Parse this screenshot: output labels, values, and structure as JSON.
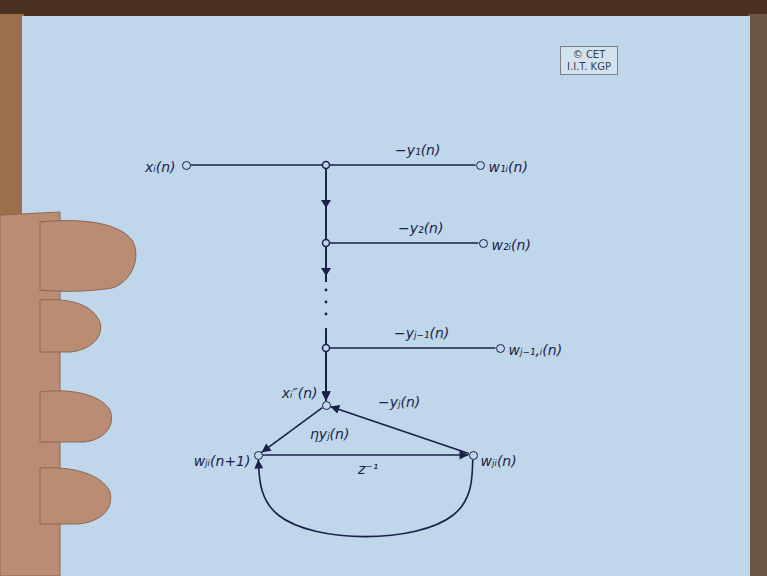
{
  "diagram": {
    "nodes": [
      {
        "text": [
          "© CET I.I.T. KGP"
        ]
      },
      {
        "text": [
          "xᵢ(n)"
        ]
      },
      {
        "text": [
          "w₁ᵢ(n)"
        ]
      },
      {
        "text": [
          "w₂ᵢ(n)"
        ]
      },
      {
        "text": [
          "wⱼ₋₁,ᵢ(n)"
        ]
      },
      {
        "text": [
          "xᵢ″(n)"
        ]
      },
      {
        "text": [
          "wⱼᵢ(n+1)"
        ]
      },
      {
        "text": [
          "wⱼᵢ(n)"
        ]
      }
    ],
    "edges": [
      {
        "from": 1,
        "to": 5,
        "arrow": "to"
      },
      {
        "from": 2,
        "to": 5,
        "label": "−y₁(n)",
        "arrow": "to"
      },
      {
        "from": 3,
        "to": 5,
        "label": "−y₂(n)",
        "arrow": "to"
      },
      {
        "from": 4,
        "to": 5,
        "label": "−yⱼ₋₁(n)",
        "arrow": "to"
      },
      {
        "from": 5,
        "to": 6,
        "label": "ηyⱼ(n)",
        "arrow": "to"
      },
      {
        "from": 7,
        "to": 5,
        "label": "−yⱼ(n)",
        "arrow": "to"
      },
      {
        "from": 6,
        "to": 7,
        "label": "z⁻¹",
        "arrow": "to"
      },
      {
        "from": 7,
        "to": 6,
        "arrow": "to"
      }
    ]
  }
}
